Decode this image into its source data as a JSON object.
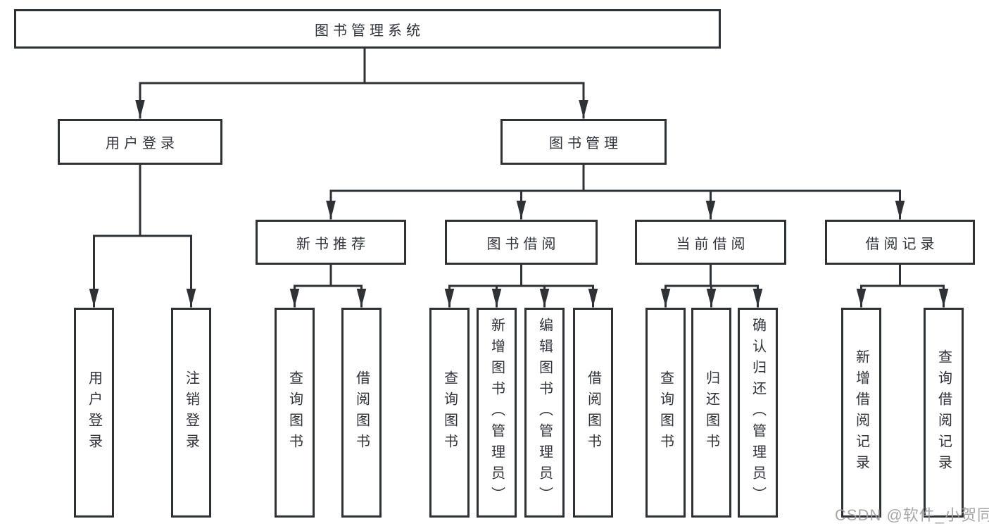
{
  "diagram": {
    "root": {
      "label": "图书管理系统"
    },
    "branches": [
      {
        "id": "user-login",
        "label": "用户登录",
        "children": [
          {
            "label": "用户登录"
          },
          {
            "label": "注销登录"
          }
        ]
      },
      {
        "id": "book-management",
        "label": "图书管理",
        "children": [
          {
            "id": "new-book-recommend",
            "label": "新书推荐",
            "children": [
              {
                "label": "查询图书"
              },
              {
                "label": "借阅图书"
              }
            ]
          },
          {
            "id": "book-borrow",
            "label": "图书借阅",
            "children": [
              {
                "label": "查询图书"
              },
              {
                "label": "新增图书（管理员）"
              },
              {
                "label": "编辑图书（管理员）"
              },
              {
                "label": "借阅图书"
              }
            ]
          },
          {
            "id": "current-borrow",
            "label": "当前借阅",
            "children": [
              {
                "label": "查询图书"
              },
              {
                "label": "归还图书"
              },
              {
                "label": "确认归还（管理员）"
              }
            ]
          },
          {
            "id": "borrow-records",
            "label": "借阅记录",
            "children": [
              {
                "label": "新增借阅记录"
              },
              {
                "label": "查询借阅记录"
              }
            ]
          }
        ]
      }
    ]
  },
  "watermark": {
    "text": "CSDN @软件_小贺同学"
  },
  "colors": {
    "line": "#2e3136",
    "text": "#2f333b",
    "watermark": "#9c9c9c",
    "background": "#ffffff"
  }
}
